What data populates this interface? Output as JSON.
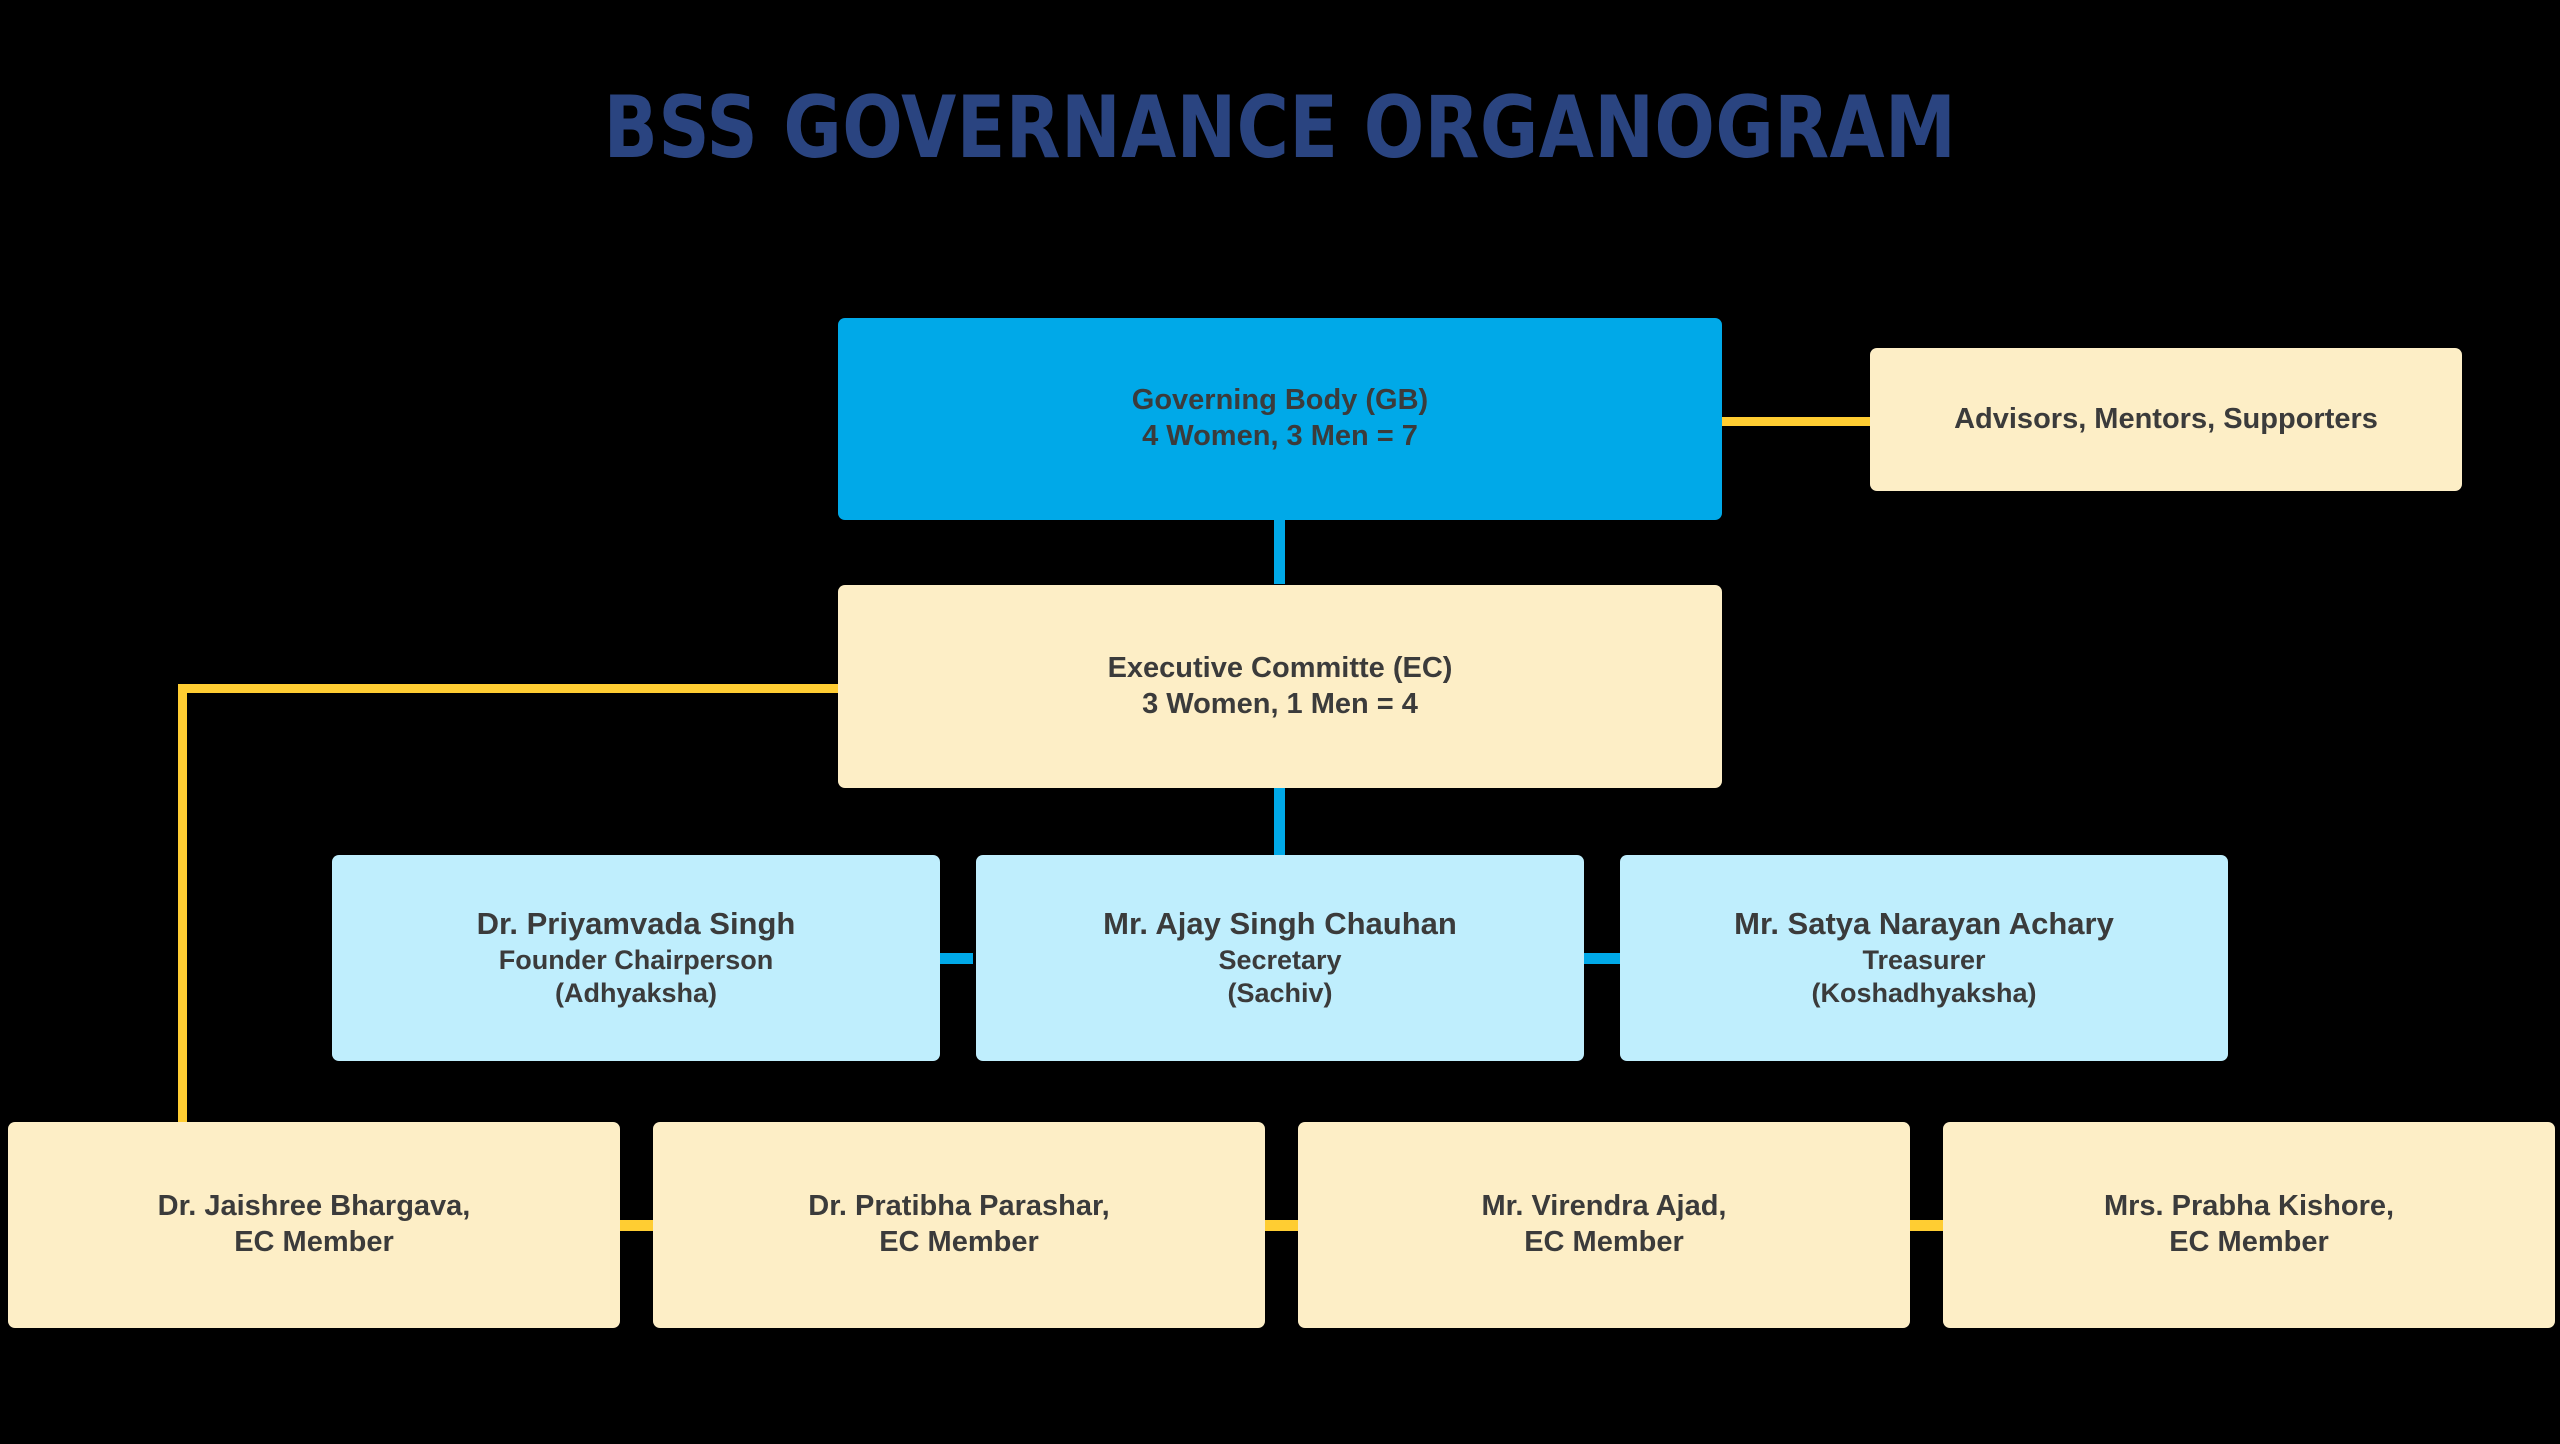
{
  "title": "BSS GOVERNANCE ORGANOGRAM",
  "colors": {
    "background": "#000000",
    "title": "#2a4480",
    "accent_blue": "#00a9e8",
    "light_blue": "#bfeefd",
    "cream": "#fdeec6",
    "yellow_connector": "#ffcd32",
    "text": "#3b3b3b"
  },
  "nodes": {
    "governing_body": {
      "line1": "Governing Body (GB)",
      "line2": "4 Women, 3 Men = 7"
    },
    "advisors": {
      "line1": "Advisors, Mentors, Supporters"
    },
    "executive_committee": {
      "line1": "Executive Committe (EC)",
      "line2": "3 Women, 1 Men = 4"
    },
    "officers": [
      {
        "name": "Dr. Priyamvada Singh",
        "role": "Founder Chairperson",
        "role_local": "(Adhyaksha)"
      },
      {
        "name": "Mr. Ajay Singh Chauhan",
        "role": "Secretary",
        "role_local": "(Sachiv)"
      },
      {
        "name": "Mr. Satya Narayan Achary",
        "role": "Treasurer",
        "role_local": "(Koshadhyaksha)"
      }
    ],
    "ec_members": [
      {
        "name": "Dr. Jaishree Bhargava,",
        "role": "EC Member"
      },
      {
        "name": "Dr. Pratibha Parashar,",
        "role": "EC Member"
      },
      {
        "name": "Mr. Virendra Ajad,",
        "role": "EC Member"
      },
      {
        "name": "Mrs. Prabha Kishore,",
        "role": "EC Member"
      }
    ]
  }
}
